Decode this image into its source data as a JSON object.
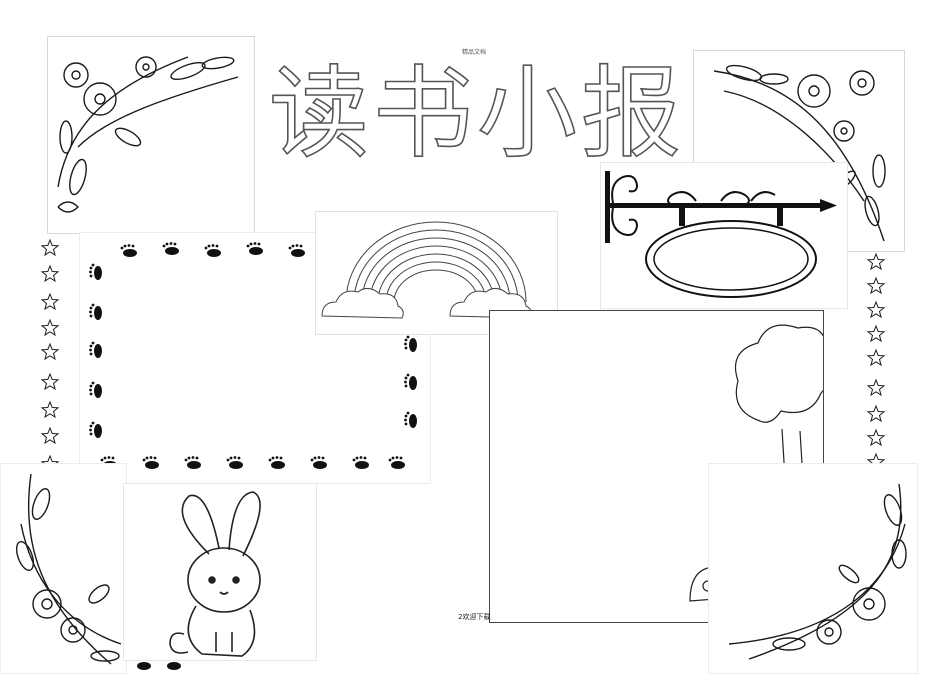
{
  "header": {
    "title": "读书小报",
    "top_note": "精品文档"
  },
  "footer": {
    "page_note": "2欢迎下载"
  },
  "decor": {
    "line_color": "#1a1a1a",
    "title_stroke": "#555555",
    "panel_border": "#d8d8d8"
  }
}
